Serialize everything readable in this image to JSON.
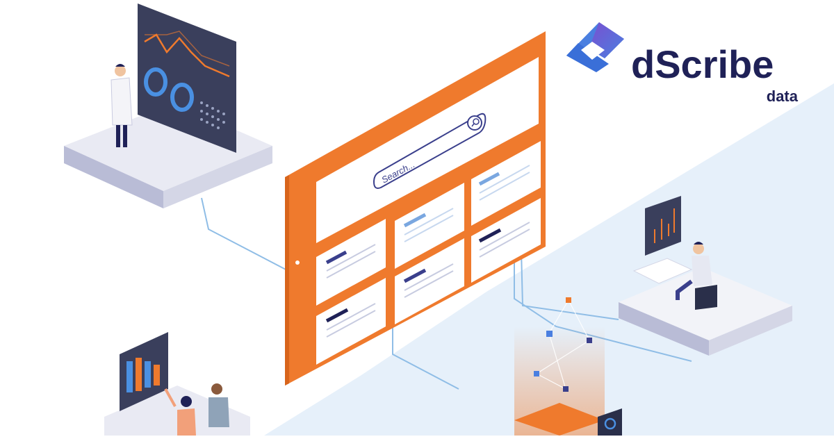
{
  "brand": {
    "name": "dScribe",
    "tagline": "data",
    "colors": {
      "brand_navy": "#1f2157",
      "logo_blue": "#4a7fe0",
      "logo_purple": "#7a4fd0",
      "orange": "#ef7a2d",
      "light_blue_bg": "#e6f0fa"
    }
  },
  "search": {
    "placeholder": "Search...",
    "icon": "search-icon"
  },
  "panel": {
    "result_cards": 6
  }
}
